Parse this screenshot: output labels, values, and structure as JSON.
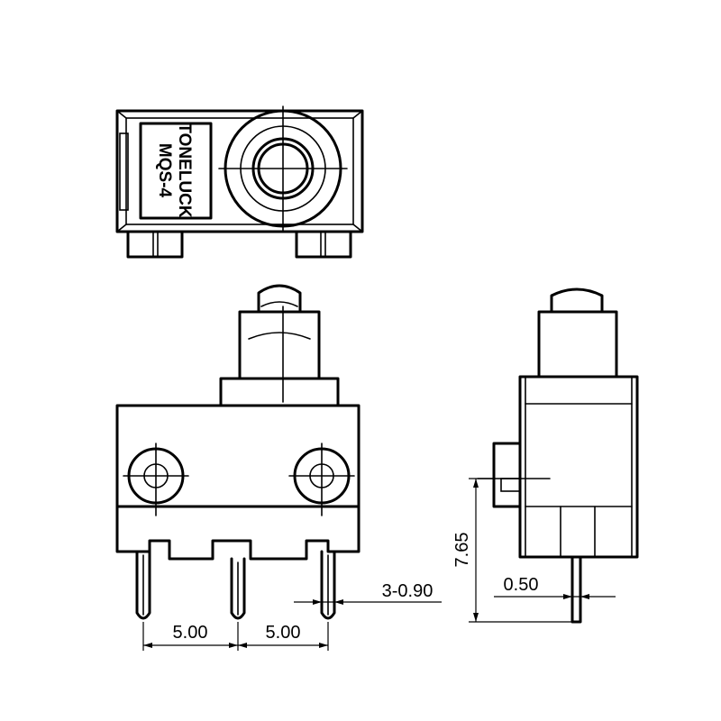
{
  "label": {
    "brand": "TONELUCK",
    "model": "MQS-4"
  },
  "dimensions": {
    "pitch_left": "5.00",
    "pitch_right": "5.00",
    "pin_width": "3-0.90",
    "height": "7.65",
    "pin_thickness": "0.50"
  }
}
